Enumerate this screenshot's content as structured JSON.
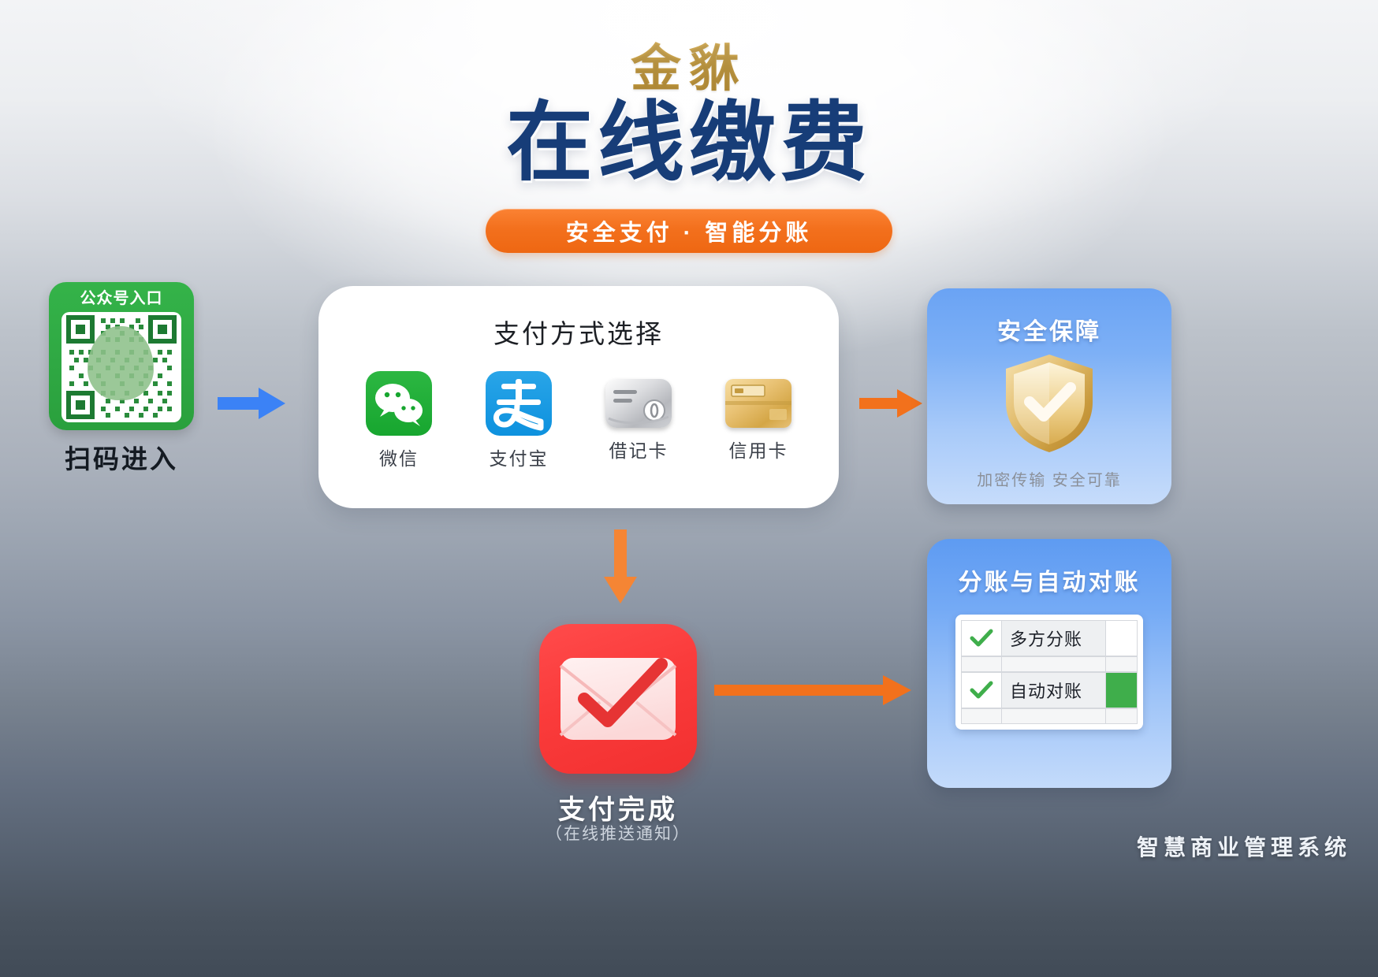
{
  "header": {
    "brand": "金貅",
    "title": "在线缴费",
    "subtitle_badge": "安全支付 · 智能分账"
  },
  "entry": {
    "card_title": "公众号入口",
    "caption": "扫码进入",
    "icon": "qr-code-icon",
    "card_color": "#2fa843"
  },
  "payment_panel": {
    "title": "支付方式选择",
    "methods": [
      {
        "label": "微信",
        "icon": "wechat-icon",
        "color": "#1aa62f"
      },
      {
        "label": "支付宝",
        "icon": "alipay-icon",
        "color": "#1296db"
      },
      {
        "label": "借记卡",
        "icon": "debit-card-icon",
        "color": "#c8cacf"
      },
      {
        "label": "信用卡",
        "icon": "credit-card-icon",
        "color": "#ddb35c"
      }
    ]
  },
  "security_card": {
    "title": "安全保障",
    "icon": "shield-check-icon",
    "caption": "加密传输  安全可靠",
    "accent": "#7db0f6"
  },
  "split_card": {
    "title": "分账与自动对账",
    "rows": [
      {
        "check": "check-icon",
        "label": "多方分账"
      },
      {
        "check": "check-icon",
        "label": "自动对账"
      }
    ],
    "accent": "#74aaf5"
  },
  "pay_done": {
    "icon": "envelope-check-icon",
    "title": "支付完成",
    "subtitle": "（在线推送通知）",
    "color": "#fa3b3b"
  },
  "arrows": {
    "blue": "arrow-right-blue",
    "orange_right": "arrow-right-orange",
    "orange_down": "arrow-down-orange",
    "orange_low": "arrow-right-orange"
  },
  "footer": "智慧商业管理系统"
}
